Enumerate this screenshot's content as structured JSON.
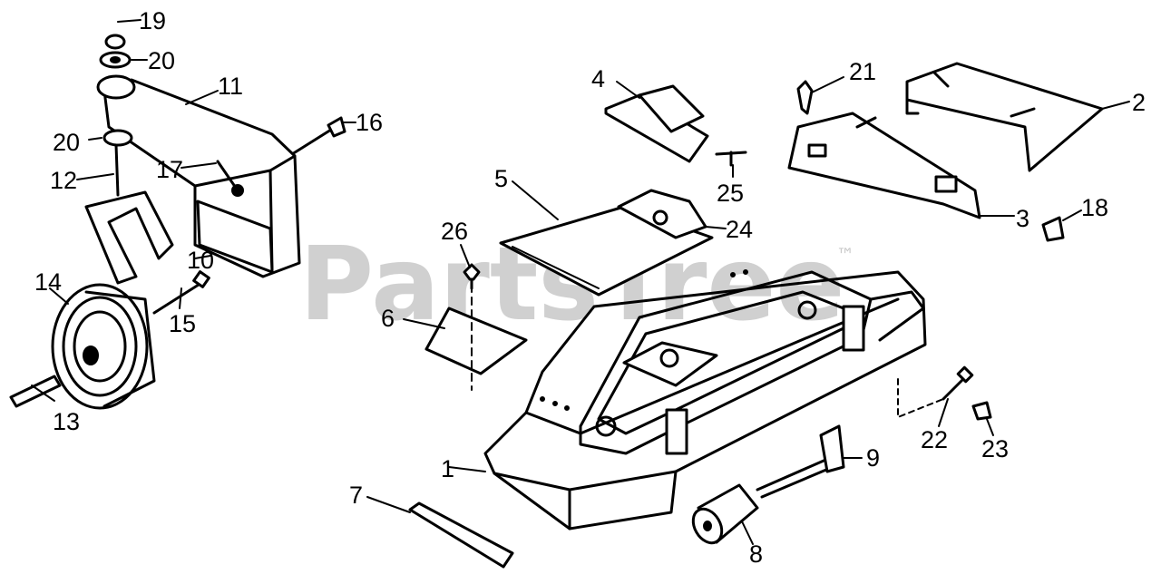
{
  "watermark": {
    "text": "PartsTree",
    "mark": "™"
  },
  "callouts": [
    {
      "id": "1",
      "label": "1"
    },
    {
      "id": "2",
      "label": "2"
    },
    {
      "id": "3",
      "label": "3"
    },
    {
      "id": "4",
      "label": "4"
    },
    {
      "id": "5",
      "label": "5"
    },
    {
      "id": "6",
      "label": "6"
    },
    {
      "id": "7",
      "label": "7"
    },
    {
      "id": "8",
      "label": "8"
    },
    {
      "id": "9",
      "label": "9"
    },
    {
      "id": "10",
      "label": "10"
    },
    {
      "id": "11",
      "label": "11"
    },
    {
      "id": "12",
      "label": "12"
    },
    {
      "id": "13",
      "label": "13"
    },
    {
      "id": "14",
      "label": "14"
    },
    {
      "id": "15",
      "label": "15"
    },
    {
      "id": "16",
      "label": "16"
    },
    {
      "id": "17",
      "label": "17"
    },
    {
      "id": "18",
      "label": "18"
    },
    {
      "id": "19",
      "label": "19"
    },
    {
      "id": "20a",
      "label": "20"
    },
    {
      "id": "20b",
      "label": "20"
    },
    {
      "id": "21",
      "label": "21"
    },
    {
      "id": "22",
      "label": "22"
    },
    {
      "id": "23",
      "label": "23"
    },
    {
      "id": "24",
      "label": "24"
    },
    {
      "id": "25",
      "label": "25"
    },
    {
      "id": "26",
      "label": "26"
    }
  ]
}
